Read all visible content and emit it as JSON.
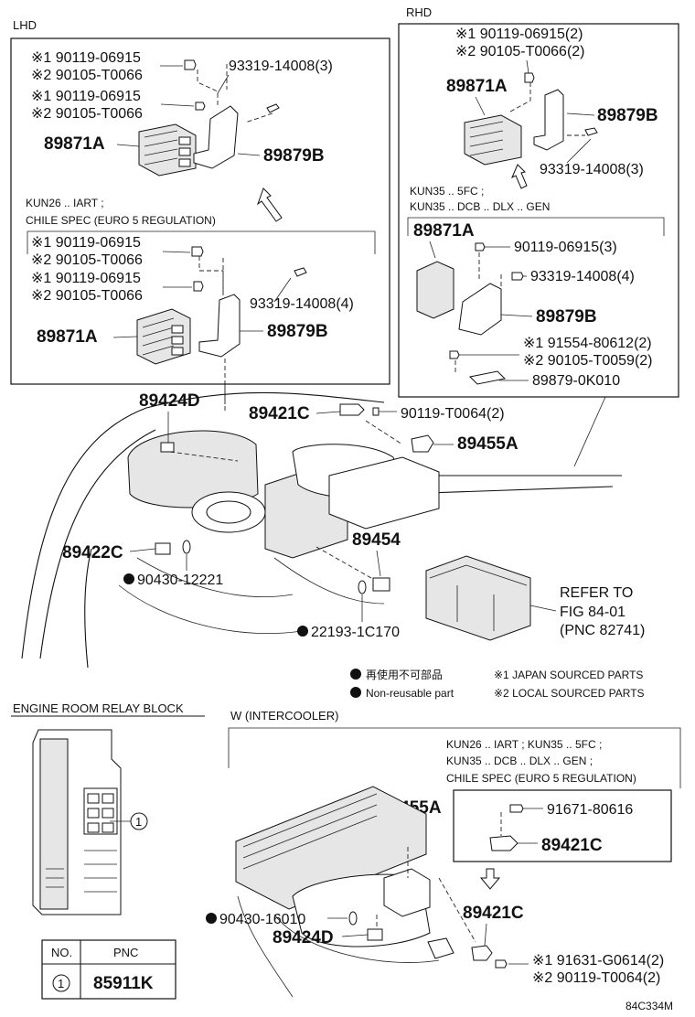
{
  "sections": {
    "lhd": "LHD",
    "rhd": "RHD",
    "relay_block": "ENGINE ROOM RELAY BLOCK",
    "intercooler": "W (INTERCOOLER)"
  },
  "lhd": {
    "group1": {
      "bolt_a_j": "※1 90119-06915",
      "bolt_a_l": "※2 90105-T0066",
      "bolt_b_j": "※1 90119-06915",
      "bolt_b_l": "※2 90105-T0066",
      "screw": "93319-14008(3)",
      "ecu": "89871A",
      "bracket": "89879B"
    },
    "variant_note_1": "KUN26 .. IART ;",
    "variant_note_2": "CHILE SPEC (EURO 5 REGULATION)",
    "group2": {
      "bolt_a_j": "※1 90119-06915",
      "bolt_a_l": "※2 90105-T0066",
      "bolt_b_j": "※1 90119-06915",
      "bolt_b_l": "※2 90105-T0066",
      "screw": "93319-14008(4)",
      "ecu": "89871A",
      "bracket": "89879B"
    }
  },
  "rhd": {
    "group1": {
      "bolt_j": "※1 90119-06915(2)",
      "bolt_l": "※2 90105-T0066(2)",
      "ecu": "89871A",
      "bracket": "89879B",
      "screw": "93319-14008(3)"
    },
    "variant_note_1": "KUN35 .. 5FC ;",
    "variant_note_2": "KUN35 .. DCB .. DLX .. GEN",
    "group2": {
      "ecu": "89871A",
      "bolt": "90119-06915(3)",
      "screw": "93319-14008(4)",
      "bracket": "89879B",
      "nut_j": "※1 91554-80612(2)",
      "nut_l": "※2 90105-T0059(2)",
      "bracket2": "89879-0K010"
    }
  },
  "engine": {
    "p89424d": "89424D",
    "p89421c": "89421C",
    "p90119t0064": "90119-T0064(2)",
    "p89455a": "89455A",
    "p89422c": "89422C",
    "p90430_12221": "90430-12221",
    "p89454": "89454",
    "refer_to": "REFER TO",
    "fig": "FIG 84-01",
    "pnc": "(PNC 82741)",
    "p22193": "22193-1C170"
  },
  "legend": {
    "jp_text": "再使用不可部品",
    "nonreusable": "Non-reusable part",
    "japan": "※1 JAPAN SOURCED PARTS",
    "local": "※2 LOCAL SOURCED PARTS"
  },
  "relay_table": {
    "col_no": "NO.",
    "col_pnc": "PNC",
    "row_no": "1",
    "row_pnc": "85911K",
    "callout": "1"
  },
  "intercooler": {
    "note_1": "KUN26 .. IART ; KUN35 .. 5FC ;",
    "note_2": "KUN35 .. DCB .. DLX .. GEN ;",
    "note_3": "CHILE SPEC (EURO 5 REGULATION)",
    "p89455a": "89455A",
    "p91671": "91671-80616",
    "p89421c_box": "89421C",
    "p89421c": "89421C",
    "p90430_16010": "90430-16010",
    "p89424d": "89424D",
    "p91631_j": "※1 91631-G0614(2)",
    "p90119_l": "※2 90119-T0064(2)"
  },
  "figure_code": "84C334M"
}
